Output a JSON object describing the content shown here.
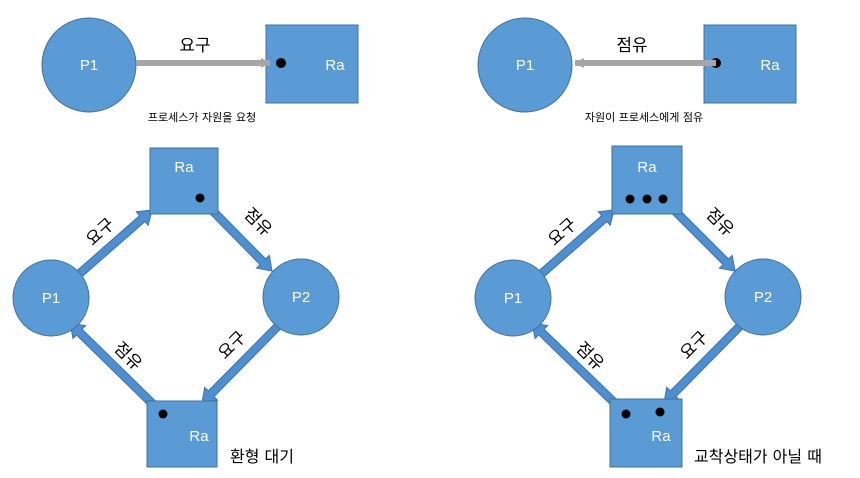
{
  "colors": {
    "node_fill": "#5B9BD5",
    "node_stroke": "#41719C",
    "arrow_fill": "#4F8FCF",
    "arrow_stroke": "#3A74AD",
    "gray_arrow": "#A6A6A6",
    "dot": "#000000"
  },
  "nodes": {
    "p1": "P1",
    "p2": "P2",
    "ra": "Ra"
  },
  "edges": {
    "request": "요구",
    "hold": "점유"
  },
  "captions": {
    "request": "프로세스가 자원을 요청",
    "hold": "자원이 프로세스에게 점유"
  },
  "titles": {
    "circular_wait": "환형 대기",
    "not_deadlock": "교착상태가 아닐 때"
  }
}
